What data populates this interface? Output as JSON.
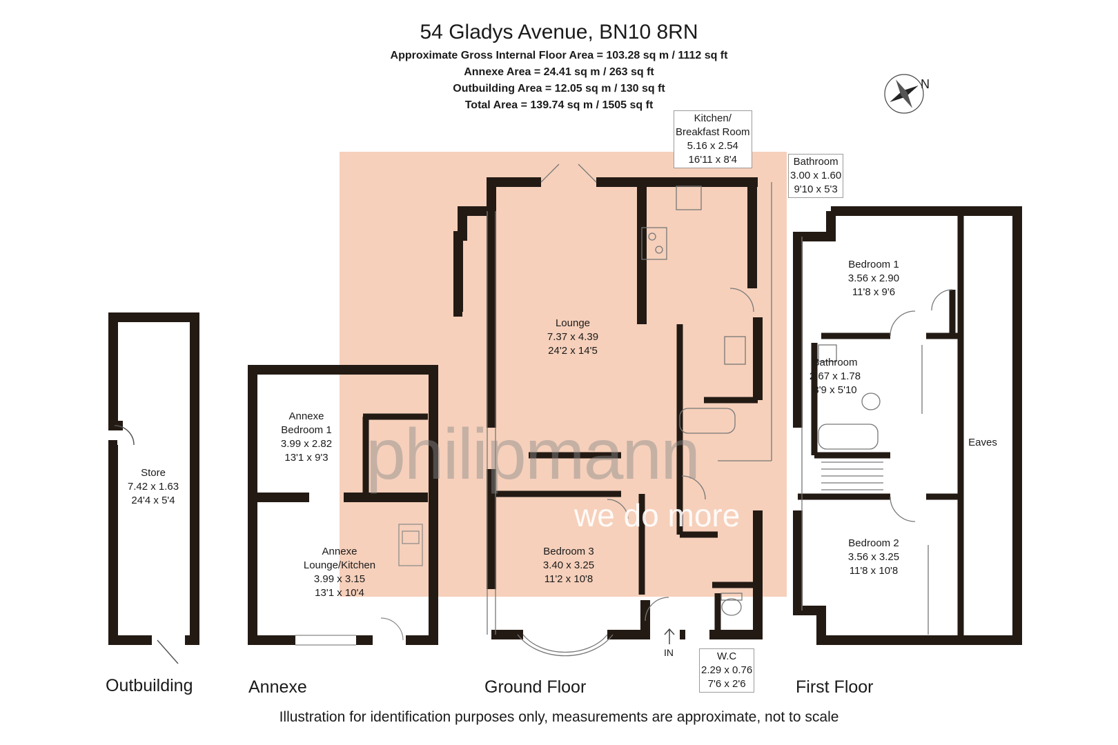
{
  "header": {
    "address": "54 Gladys Avenue, BN10 8RN",
    "gross_area": "Approximate Gross Internal Floor Area = 103.28 sq m / 1112 sq ft",
    "annexe_area": "Annexe Area = 24.41 sq m / 263 sq ft",
    "outbuilding_area": "Outbuilding Area = 12.05 sq m / 130 sq ft",
    "total_area": "Total Area = 139.74 sq m / 1505 sq ft"
  },
  "north_label": "N",
  "icons": [
    "north-arrow-compass-icon",
    "entrance-arrow-icon"
  ],
  "colors": {
    "highlight": "#f6d0bb",
    "wall": "#231a14",
    "watermark": "#8a8a8a"
  },
  "watermark": {
    "brand": "philipmann",
    "tagline": "we do more"
  },
  "floors": {
    "outbuilding": "Outbuilding",
    "annexe": "Annexe",
    "ground": "Ground Floor",
    "first": "First Floor"
  },
  "rooms": {
    "store": {
      "name": "Store",
      "metric": "7.42 x 1.63",
      "imperial": "24'4 x 5'4"
    },
    "annexe_bedroom1": {
      "name1": "Annexe",
      "name2": "Bedroom 1",
      "metric": "3.99 x 2.82",
      "imperial": "13'1 x 9'3"
    },
    "annexe_lounge": {
      "name1": "Annexe",
      "name2": "Lounge/Kitchen",
      "metric": "3.99 x 3.15",
      "imperial": "13'1 x 10'4"
    },
    "kitchen": {
      "name1": "Kitchen/",
      "name2": "Breakfast Room",
      "metric": "5.16 x 2.54",
      "imperial": "16'11 x 8'4"
    },
    "bathroom_ground": {
      "name": "Bathroom",
      "metric": "3.00 x 1.60",
      "imperial": "9'10 x 5'3"
    },
    "lounge": {
      "name": "Lounge",
      "metric": "7.37 x 4.39",
      "imperial": "24'2 x 14'5"
    },
    "bedroom3": {
      "name": "Bedroom 3",
      "metric": "3.40 x 3.25",
      "imperial": "11'2 x 10'8"
    },
    "wc": {
      "name": "W.C",
      "metric": "2.29 x 0.76",
      "imperial": "7'6 x 2'6"
    },
    "bedroom1": {
      "name": "Bedroom 1",
      "metric": "3.56 x 2.90",
      "imperial": "11'8 x 9'6"
    },
    "bathroom_first": {
      "name": "Bathroom",
      "metric": "2.67 x 1.78",
      "imperial": "8'9 x 5'10"
    },
    "bedroom2": {
      "name": "Bedroom 2",
      "metric": "3.56 x 3.25",
      "imperial": "11'8 x 10'8"
    },
    "eaves": {
      "name": "Eaves"
    }
  },
  "entrance_label": "IN",
  "footer": "Illustration for identification purposes only, measurements are approximate, not to scale"
}
